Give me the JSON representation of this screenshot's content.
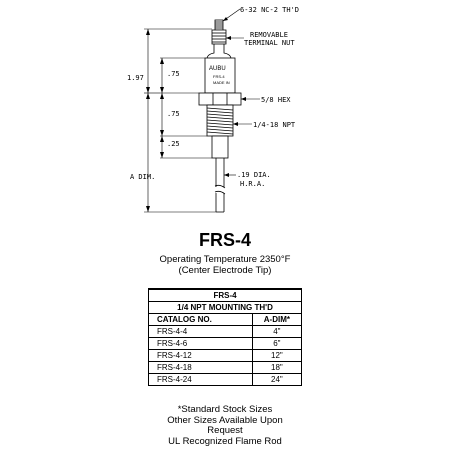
{
  "drawing": {
    "labels": {
      "thread_top": "6-32 NC-2 TH'D",
      "terminal_nut_1": "REMOVABLE",
      "terminal_nut_2": "TERMINAL NUT",
      "hex": "5/8 HEX",
      "npt": "1/4-18 NPT",
      "rod_dia_1": ".19 DIA.",
      "rod_dia_2": "H.R.A.",
      "dim_total": "1.97",
      "dim_upper": ".75",
      "dim_middle": ".75",
      "dim_lower": ".25",
      "dim_a": "A DIM."
    },
    "body_marking": {
      "line1": "AUBU",
      "line2": "FRS-4",
      "line3": "MADE IN"
    }
  },
  "product": {
    "title": "FRS-4",
    "subtitle_line1": "Operating Temperature 2350°F",
    "subtitle_line2": "(Center Electrode Tip)"
  },
  "table": {
    "title": "FRS-4",
    "subtitle": "1/4 NPT MOUNTING TH'D",
    "headers": [
      "CATALOG NO.",
      "A-DIM*"
    ],
    "rows": [
      [
        "FRS-4-4",
        "4\""
      ],
      [
        "FRS-4-6",
        "6\""
      ],
      [
        "FRS-4-12",
        "12\""
      ],
      [
        "FRS-4-18",
        "18\""
      ],
      [
        "FRS-4-24",
        "24\""
      ]
    ]
  },
  "notes": {
    "line1": "*Standard Stock Sizes",
    "line2": "Other Sizes Available Upon",
    "line3": "Request",
    "line4": "UL Recognized Flame Rod"
  }
}
